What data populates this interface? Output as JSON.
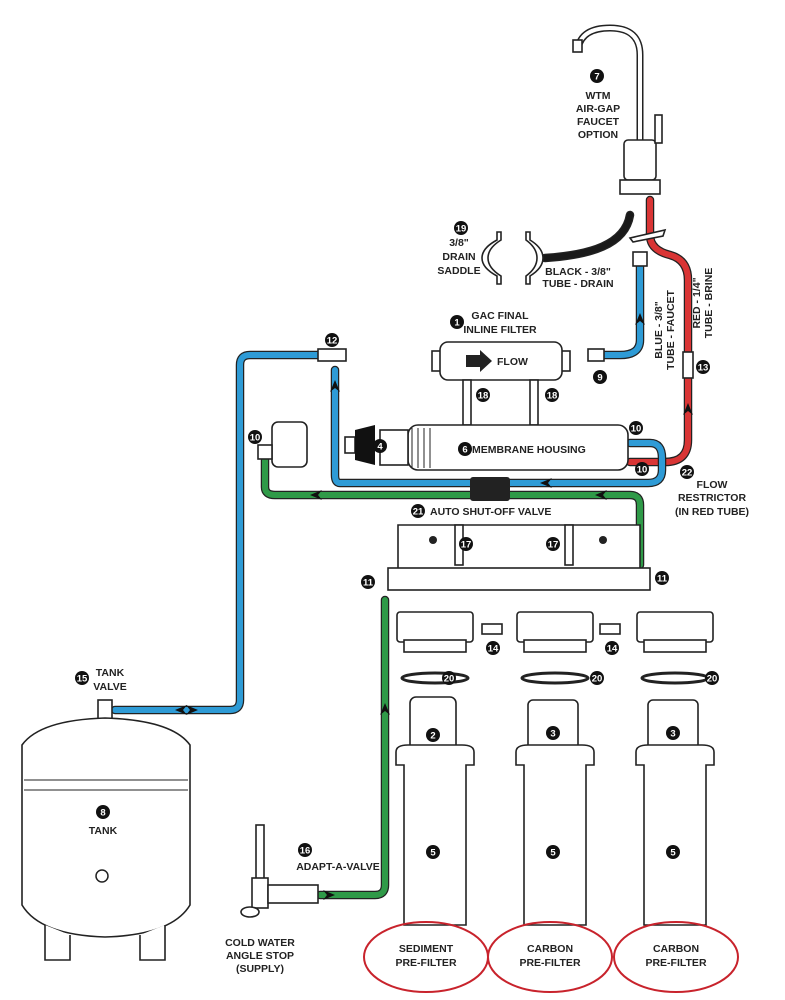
{
  "colors": {
    "blue_tube": "#2e9bd6",
    "red_tube": "#d93535",
    "green_tube": "#2f9a48",
    "black_tube": "#1a1a1a",
    "highlight_ellipse": "#c8232c"
  },
  "labels": {
    "faucet": {
      "num": "7",
      "lines": [
        "WTM",
        "AIR-GAP",
        "FAUCET",
        "OPTION"
      ]
    },
    "drain_saddle": {
      "num": "19",
      "lines": [
        "3/8\"",
        "DRAIN",
        "SADDLE"
      ]
    },
    "black_tube": {
      "lines": [
        "BLACK - 3/8\"",
        "TUBE - DRAIN"
      ]
    },
    "blue_tube": {
      "lines": [
        "BLUE - 3/8\"",
        "TUBE - FAUCET"
      ]
    },
    "red_tube": {
      "lines": [
        "RED - 1/4\"",
        "TUBE - BRINE"
      ]
    },
    "gac_filter": {
      "num": "1",
      "lines": [
        "GAC FINAL",
        "INLINE FILTER"
      ],
      "flow": "FLOW"
    },
    "membrane_housing": {
      "num": "6",
      "text": "MEMBRANE HOUSING"
    },
    "flow_restrictor": {
      "num": "22",
      "lines": [
        "FLOW",
        "RESTRICTOR",
        "(IN RED TUBE)"
      ]
    },
    "auto_shutoff": {
      "num": "21",
      "text": "AUTO SHUT-OFF VALVE"
    },
    "tank_valve": {
      "num": "15",
      "lines": [
        "TANK",
        "VALVE"
      ]
    },
    "tank": {
      "num": "8",
      "text": "TANK"
    },
    "adapt_a_valve": {
      "num": "16",
      "text": "ADAPT-A-VALVE"
    },
    "cold_water": {
      "lines": [
        "COLD WATER",
        "ANGLE STOP",
        "(SUPPLY)"
      ]
    },
    "filters": [
      {
        "lines": [
          "SEDIMENT",
          "PRE-FILTER"
        ],
        "cartridge_num": "2",
        "housing_num": "5",
        "oring_num": "20"
      },
      {
        "lines": [
          "CARBON",
          "PRE-FILTER"
        ],
        "cartridge_num": "3",
        "housing_num": "5",
        "oring_num": "20"
      },
      {
        "lines": [
          "CARBON",
          "PRE-FILTER"
        ],
        "cartridge_num": "3",
        "housing_num": "5",
        "oring_num": "20"
      }
    ],
    "badges": {
      "n4": "4",
      "n9": "9",
      "n10": "10",
      "n11": "11",
      "n12": "12",
      "n13": "13",
      "n14": "14",
      "n17": "17",
      "n18": "18"
    }
  }
}
